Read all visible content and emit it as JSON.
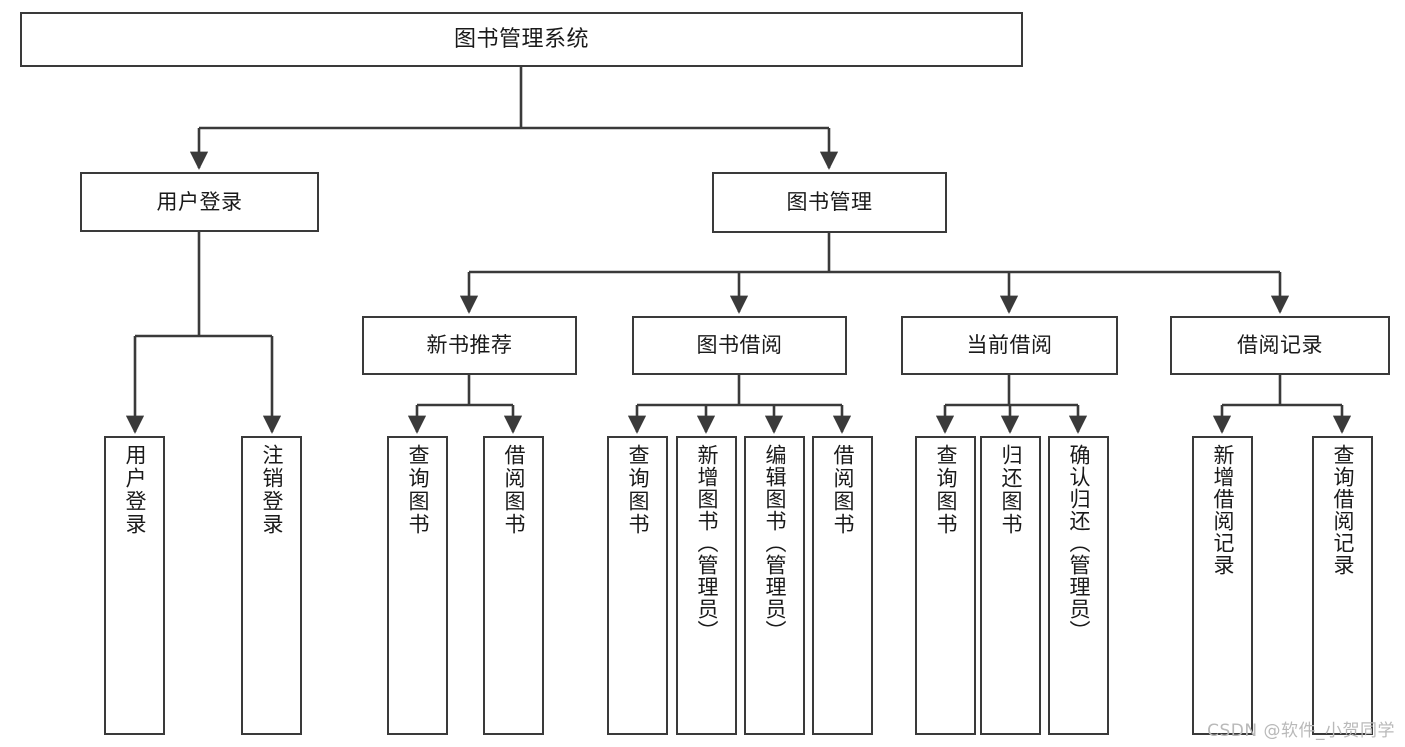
{
  "diagram": {
    "title": "图书管理系统",
    "watermark": "CSDN @软件_小贺同学",
    "line_color": "#3a3a3a",
    "box_fill": "#ffffff",
    "text_color": "#1a1a1a",
    "watermark_color": "#b9b9b9"
  },
  "root": {
    "label": "图书管理系统"
  },
  "level1": [
    {
      "label": "用户登录"
    },
    {
      "label": "图书管理"
    }
  ],
  "level2": [
    {
      "label": "新书推荐"
    },
    {
      "label": "图书借阅"
    },
    {
      "label": "当前借阅"
    },
    {
      "label": "借阅记录"
    }
  ],
  "leaves": {
    "user_login": [
      {
        "label": "用户登录"
      },
      {
        "label": "注销登录"
      }
    ],
    "new_book_recommend": [
      {
        "label": "查询图书"
      },
      {
        "label": "借阅图书"
      }
    ],
    "book_borrow": [
      {
        "label": "查询图书"
      },
      {
        "label": "新增图书（管理员）"
      },
      {
        "label": "编辑图书（管理员）"
      },
      {
        "label": "借阅图书"
      }
    ],
    "current_borrow": [
      {
        "label": "查询图书"
      },
      {
        "label": "归还图书"
      },
      {
        "label": "确认归还（管理员）"
      }
    ],
    "borrow_record": [
      {
        "label": "新增借阅记录"
      },
      {
        "label": "查询借阅记录"
      }
    ]
  }
}
